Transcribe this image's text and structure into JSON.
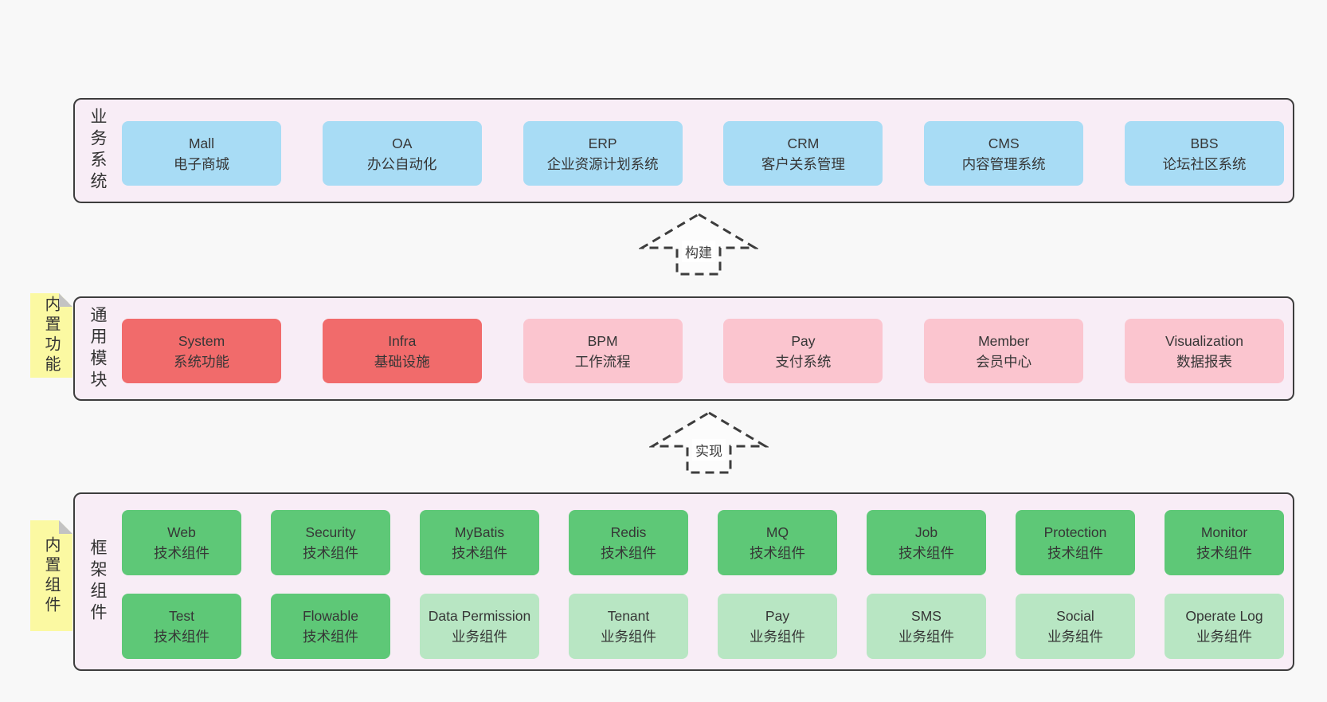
{
  "colors": {
    "page_bg": "#f8f8f8",
    "panel_bg": "#f8edf6",
    "panel_border": "#3d3d3d",
    "blue_box": "#a8dcf5",
    "red_box": "#f16b6b",
    "pink_box": "#fbc5cf",
    "green_box": "#5ec877",
    "green_light_box": "#b8e6c3",
    "sticky_yellow": "#fbf9a2",
    "sticky_fold": "#c3c3c3"
  },
  "arrows": [
    {
      "label": "构建"
    },
    {
      "label": "实现"
    }
  ],
  "layers": [
    {
      "id": "business-systems",
      "label": "业务系统",
      "boxes": [
        {
          "title": "Mall",
          "subtitle": "电子商城",
          "variant": "blue"
        },
        {
          "title": "OA",
          "subtitle": "办公自动化",
          "variant": "blue"
        },
        {
          "title": "ERP",
          "subtitle": "企业资源计划系统",
          "variant": "blue"
        },
        {
          "title": "CRM",
          "subtitle": "客户关系管理",
          "variant": "blue"
        },
        {
          "title": "CMS",
          "subtitle": "内容管理系统",
          "variant": "blue"
        },
        {
          "title": "BBS",
          "subtitle": "论坛社区系统",
          "variant": "blue"
        }
      ]
    },
    {
      "id": "common-modules",
      "label": "通用模块",
      "sticky": "内置功能",
      "boxes": [
        {
          "title": "System",
          "subtitle": "系统功能",
          "variant": "red"
        },
        {
          "title": "Infra",
          "subtitle": "基础设施",
          "variant": "red"
        },
        {
          "title": "BPM",
          "subtitle": "工作流程",
          "variant": "pink"
        },
        {
          "title": "Pay",
          "subtitle": "支付系统",
          "variant": "pink"
        },
        {
          "title": "Member",
          "subtitle": "会员中心",
          "variant": "pink"
        },
        {
          "title": "Visualization",
          "subtitle": "数据报表",
          "variant": "pink"
        }
      ]
    },
    {
      "id": "framework-components",
      "label": "框架组件",
      "sticky": "内置组件",
      "rows": [
        [
          {
            "title": "Web",
            "subtitle": "技术组件",
            "variant": "green"
          },
          {
            "title": "Security",
            "subtitle": "技术组件",
            "variant": "green"
          },
          {
            "title": "MyBatis",
            "subtitle": "技术组件",
            "variant": "green"
          },
          {
            "title": "Redis",
            "subtitle": "技术组件",
            "variant": "green"
          },
          {
            "title": "MQ",
            "subtitle": "技术组件",
            "variant": "green"
          },
          {
            "title": "Job",
            "subtitle": "技术组件",
            "variant": "green"
          },
          {
            "title": "Protection",
            "subtitle": "技术组件",
            "variant": "green"
          },
          {
            "title": "Monitor",
            "subtitle": "技术组件",
            "variant": "green"
          }
        ],
        [
          {
            "title": "Test",
            "subtitle": "技术组件",
            "variant": "green"
          },
          {
            "title": "Flowable",
            "subtitle": "技术组件",
            "variant": "green"
          },
          {
            "title": "Data Permission",
            "subtitle": "业务组件",
            "variant": "green-light"
          },
          {
            "title": "Tenant",
            "subtitle": "业务组件",
            "variant": "green-light"
          },
          {
            "title": "Pay",
            "subtitle": "业务组件",
            "variant": "green-light"
          },
          {
            "title": "SMS",
            "subtitle": "业务组件",
            "variant": "green-light"
          },
          {
            "title": "Social",
            "subtitle": "业务组件",
            "variant": "green-light"
          },
          {
            "title": "Operate Log",
            "subtitle": "业务组件",
            "variant": "green-light"
          }
        ]
      ]
    }
  ]
}
